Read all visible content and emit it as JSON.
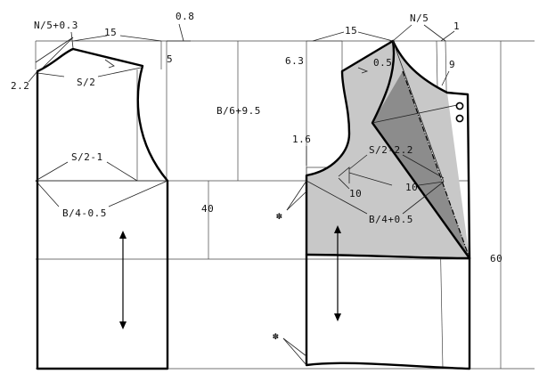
{
  "back_panel": {
    "labels": {
      "neck_formula": "N/5+0.3",
      "shoulder_width": "15",
      "shoulder_drop_extra": "0.8",
      "shoulder_drop": "5",
      "neck_depth": "2.2",
      "half_shoulder": "S/2",
      "half_shoulder_minus": "S/2-1",
      "chest": "B/4-0.5"
    }
  },
  "center": {
    "labels": {
      "armhole_depth": "B/6+9.5",
      "waist_line": "40"
    }
  },
  "front_panel": {
    "labels": {
      "shoulder_width": "15",
      "neck_formula": "N/5",
      "shoulder_offset": "1",
      "shoulder_drop": "6.3",
      "shoulder_adjust": "0.5",
      "lapel_depth": "9",
      "armhole_ease": "1.6",
      "half_shoulder": "S/2-2.2",
      "dart_left": "10",
      "dart_right": "10",
      "chest": "B/4+0.5",
      "length": "60"
    }
  },
  "markers": {
    "notch_symbol": "✽"
  },
  "colors": {
    "panel_fill": "#c8c8c8",
    "lapel_fill": "#8c8c8c",
    "outline": "#000000"
  }
}
